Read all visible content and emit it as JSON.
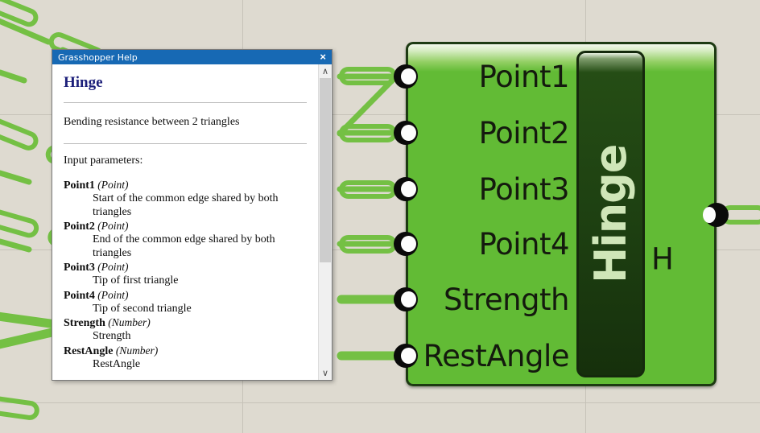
{
  "canvas": {
    "background_color": "#dedad0",
    "grid_color": "#c6c2b8",
    "wire_color": "#74c044"
  },
  "help_dialog": {
    "title": "Grasshopper Help",
    "close_label": "×",
    "heading": "Hinge",
    "description": "Bending resistance between 2 triangles",
    "params_title": "Input parameters:",
    "parameters": [
      {
        "name": "Point1",
        "type": "(Point)",
        "desc": "Start of the common edge shared by both triangles"
      },
      {
        "name": "Point2",
        "type": "(Point)",
        "desc": "End of the common edge shared by both triangles"
      },
      {
        "name": "Point3",
        "type": "(Point)",
        "desc": "Tip of first triangle"
      },
      {
        "name": "Point4",
        "type": "(Point)",
        "desc": "Tip of second triangle"
      },
      {
        "name": "Strength",
        "type": "(Number)",
        "desc": "Strength"
      },
      {
        "name": "RestAngle",
        "type": "(Number)",
        "desc": "RestAngle"
      }
    ],
    "scrollbar": {
      "up_icon": "∧",
      "down_icon": "∨"
    }
  },
  "component": {
    "title": "Hinge",
    "body_color": "#62bb35",
    "capsule_color": "#1d3f11",
    "border_color": "#1d3a12",
    "inputs": [
      {
        "label": "Point1"
      },
      {
        "label": "Point2"
      },
      {
        "label": "Point3"
      },
      {
        "label": "Point4"
      },
      {
        "label": "Strength"
      },
      {
        "label": "RestAngle"
      }
    ],
    "outputs": [
      {
        "label": "H"
      }
    ]
  }
}
